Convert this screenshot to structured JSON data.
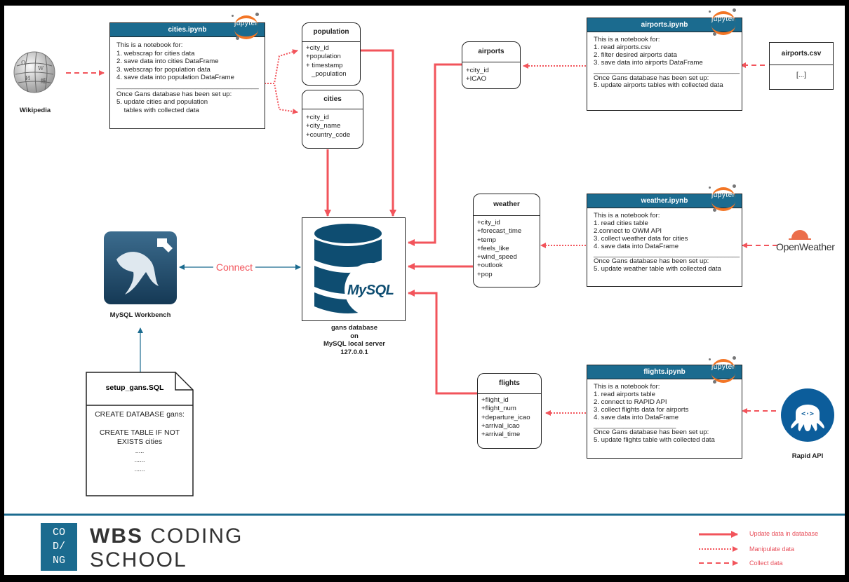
{
  "notebooks": {
    "cities": {
      "title": "cities.ipynb",
      "jupyter_label": "jupyter",
      "body": "This is a notebook for:\n1. webscrap for cities data\n2. save data into cities DataFrame\n3. webscrap for population data\n4. save data into population DataFrame\n______________________________________\nOnce Gans database has been set up:\n5. update cities and population\n    tables with collected data"
    },
    "airports": {
      "title": "airports.ipynb",
      "jupyter_label": "jupyter",
      "body": "This is a notebook for:\n1. read airports.csv\n2. filter desired airports data\n3. save data into airports DataFrame\n_______________________________________\nOnce Gans database has been set up:\n5. update airports tables with collected data"
    },
    "weather": {
      "title": "weather.ipynb",
      "jupyter_label": "jupyter",
      "body": "This is a notebook for:\n1. read cities table\n2.connect to OWM API\n3. collect weather data for cities\n4. save data into DataFrame\n_______________________________________\nOnce Gans database has been set up:\n5. update weather table with collected data"
    },
    "flights": {
      "title": "flights.ipynb",
      "jupyter_label": "jupyter",
      "body": "This is a notebook for:\n1. read airports table\n2. connect to RAPID API\n3. collect flights data for airports\n4. save data into DataFrame\n______________________\nOnce Gans database has been set up:\n5. update flights table with collected data"
    }
  },
  "tables": {
    "population": {
      "title": "population",
      "fields": [
        "+city_id",
        "+population",
        "+ timestamp",
        "   _population"
      ]
    },
    "cities": {
      "title": "cities",
      "fields": [
        "+city_id",
        "+city_name",
        "+country_code"
      ]
    },
    "airports": {
      "title": "airports",
      "fields": [
        "+city_id",
        "+ICAO"
      ]
    },
    "weather": {
      "title": "weather",
      "fields": [
        "+city_id",
        "+forecast_time",
        "+temp",
        "+feels_like",
        "+wind_speed",
        "+outlook",
        "+pop"
      ]
    },
    "flights": {
      "title": "flights",
      "fields": [
        "+flight_id",
        "+flight_num",
        "+departure_icao",
        "+arrival_icao",
        "+arrival_time"
      ]
    }
  },
  "csv": {
    "title": "airports.csv",
    "body": "[...]"
  },
  "sql_file": {
    "title": "setup_gans.SQL",
    "lines": [
      "CREATE DATABASE gans:",
      "",
      "CREATE TABLE IF NOT",
      "EXISTS cities",
      ".....",
      "......",
      "......"
    ]
  },
  "sources": {
    "wikipedia": "Wikipedia",
    "openweather": "OpenWeather",
    "rapid": "Rapid API",
    "workbench": "MySQL Workbench"
  },
  "database": {
    "logo_text": "MySQL",
    "label_lines": [
      "gans database",
      "on",
      "MySQL local server",
      "127.0.0.1"
    ]
  },
  "connect_label": "Connect",
  "legend": {
    "update": "Update data in database",
    "manipulate": "Manipulate data",
    "collect": "Collect data"
  },
  "footer": {
    "logo_letters": [
      "CO",
      "D/",
      "NG"
    ],
    "line1_bold": "WBS",
    "line1_rest": " CODING",
    "line2": "SCHOOL"
  },
  "colors": {
    "red": "#f2545b",
    "blue": "#1b6b8f",
    "header": "#1b6b8f",
    "footer_line": "#1b6b8f"
  }
}
